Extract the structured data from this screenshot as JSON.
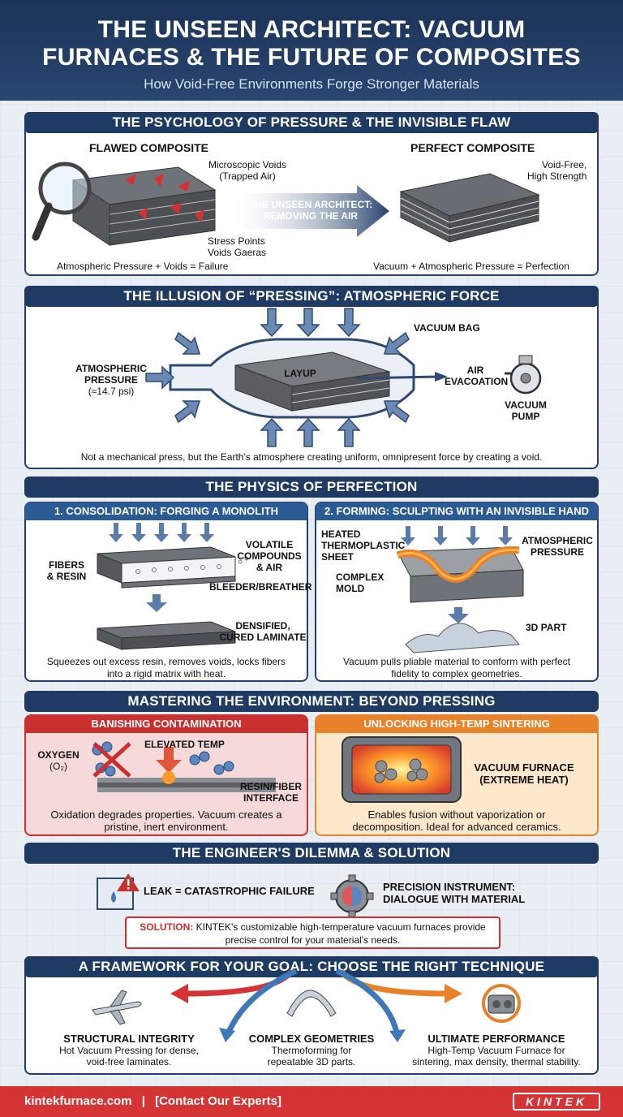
{
  "header": {
    "title_line1": "THE UNSEEN ARCHITECT: VACUUM",
    "title_line2": "FURNACES & THE FUTURE OF COMPOSITES",
    "subtitle": "How Void-Free Environments Forge Stronger Materials"
  },
  "section1": {
    "title": "THE PSYCHOLOGY OF PRESSURE & THE INVISIBLE FLAW",
    "flawed_title": "FLAWED COMPOSITE",
    "voids_label_1": "Microscopic Voids",
    "voids_label_2": "(Trapped Air)",
    "stress_label_1": "Stress Points",
    "stress_label_2": "Voids Gaeras",
    "arrow_text_1": "THE UNSEEN ARCHITECT:",
    "arrow_text_2": "REMOVING THE AIR",
    "perfect_title": "PERFECT COMPOSITE",
    "voidfree_1": "Void-Free,",
    "voidfree_2": "High Strength",
    "caption_left": "Atmospheric Pressure + Voids = Failure",
    "caption_right": "Vacuum + Atmospheric Pressure = Perfection"
  },
  "section2": {
    "title": "THE ILLUSION OF “PRESSING”: ATMOSPHERIC FORCE",
    "vacuum_bag": "VACUUM BAG",
    "atm_1": "ATMOSPHERIC",
    "atm_2": "PRESSURE",
    "atm_3": "(≈14.7 psi)",
    "layup": "LAYUP",
    "air_1": "AIR",
    "air_2": "EVACOATION",
    "pump_1": "VACUUM",
    "pump_2": "PUMP",
    "caption": "Not a mechanical press, but the Earth's atmosphere creating uniform, omnipresent force by creating a void."
  },
  "section3": {
    "title": "THE PHYSICS OF PERFECTION",
    "left_title": "1. CONSOLIDATION: FORGING A MONOLITH",
    "fibers_1": "FIBERS",
    "fibers_2": "& RESIN",
    "volatile_1": "VOLATILE",
    "volatile_2": "COMPOUNDS",
    "volatile_3": "& AIR",
    "bleeder": "BLEEDER/BREATHER",
    "densified_1": "DENSIFIED,",
    "densified_2": "CURED LAMINATE",
    "left_caption_1": "Squeezes out excess resin, removes voids, locks fibers",
    "left_caption_2": "into a rigid matrix with heat.",
    "right_title": "2. FORMING: SCULPTING WITH AN INVISIBLE HAND",
    "heated_1": "HEATED",
    "heated_2": "THERMOPLASTIC",
    "heated_3": "SHEET",
    "atm_1": "ATMOSPHERIC",
    "atm_2": "PRESSURE",
    "mold_1": "COMPLEX",
    "mold_2": "MOLD",
    "part": "3D PART",
    "right_caption_1": "Vacuum pulls pliable material to conform with perfect",
    "right_caption_2": "fidelity to complex geometries."
  },
  "section4": {
    "title": "MASTERING THE ENVIRONMENT: BEYOND PRESSING",
    "left_title": "BANISHING CONTAMINATION",
    "oxygen_1": "OXYGEN",
    "oxygen_2": "(O₂)",
    "elevated": "ELEVATED TEMP",
    "interface_1": "RESIN/FIBER",
    "interface_2": "INTERFACE",
    "left_caption_1": "Oxidation degrades properties. Vacuum creates a",
    "left_caption_2": "pristine, inert environment.",
    "right_title": "UNLOCKING HIGH-TEMP SINTERING",
    "furnace_1": "VACUUM FURNACE",
    "furnace_2": "(EXTREME HEAT)",
    "right_caption_1": "Enables fusion without vaporization or",
    "right_caption_2": "decomposition. Ideal for advanced ceramics."
  },
  "section5": {
    "title": "THE ENGINEER'S DILEMMA & SOLUTION",
    "leak": "LEAK = CATASTROPHIC FAILURE",
    "precision_1": "PRECISION INSTRUMENT:",
    "precision_2": "DIALOGUE WITH MATERIAL",
    "solution_key": "SOLUTION:",
    "solution_text_1": " KINTEK's customizable high-temperature vacuum furnaces provide",
    "solution_text_2": "precise control for your material's needs."
  },
  "section6": {
    "title": "A FRAMEWORK FOR YOUR GOAL: CHOOSE THE RIGHT TECHNIQUE",
    "c1_title": "STRUCTURAL INTEGRITY",
    "c1_text_1": "Hot Vacuum Pressing for dense,",
    "c1_text_2": "void-free laminates.",
    "c2_title": "COMPLEX GEOMETRIES",
    "c2_text_1": "Thermoforming for",
    "c2_text_2": "repeatable 3D parts.",
    "c3_title": "ULTIMATE PERFORMANCE",
    "c3_text_1": "High-Temp Vacuum Furnace for",
    "c3_text_2": "sintering, max density, thermal stability."
  },
  "footer": {
    "site": "kintekfurnace.com",
    "sep": "|",
    "contact": "[Contact Our Experts]",
    "logo": "KINTEK"
  },
  "colors": {
    "navy": "#1f3b63",
    "red": "#d43434",
    "orange": "#e8822a",
    "blue_arrow": "#3d78b8"
  }
}
